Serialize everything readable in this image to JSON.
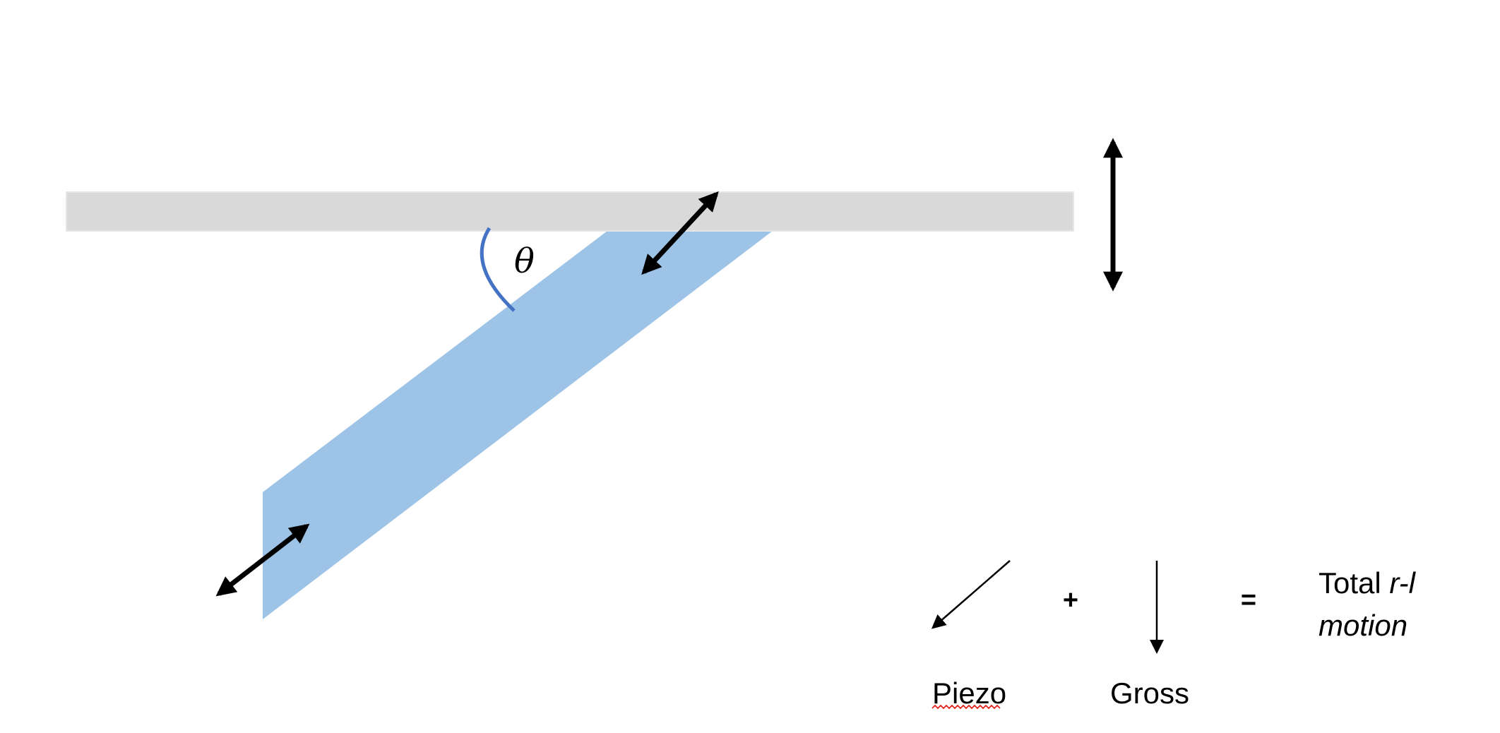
{
  "diagram": {
    "angle_symbol": "θ",
    "equation": {
      "plus": "+",
      "equals": "=",
      "result_prefix": "Total ",
      "result_variable": "r-l",
      "result_line2": "motion",
      "piezo_label": "Piezo",
      "gross_label": "Gross"
    }
  },
  "colors": {
    "plate": "#d9d9d9",
    "plate_border": "#e6e6e6",
    "sample": "#9dc3e6",
    "angle_arc": "#4472c4",
    "arrow": "#000000",
    "spellcheck": "#e0201b"
  }
}
